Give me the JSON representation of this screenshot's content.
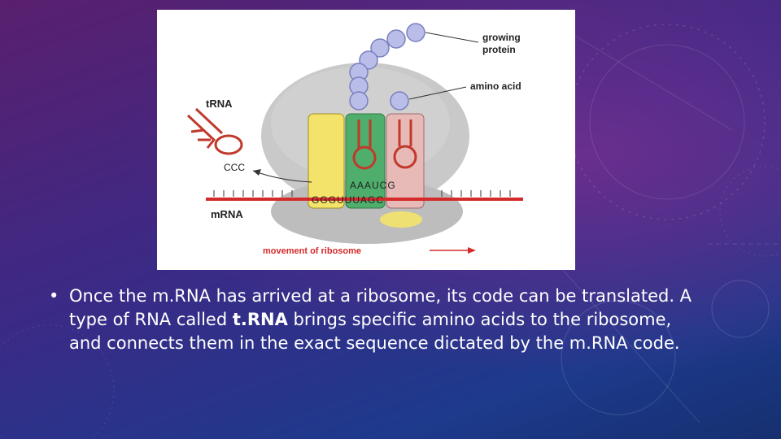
{
  "figure": {
    "labels": {
      "growing_protein_1": "growing",
      "growing_protein_2": "protein",
      "amino_acid": "amino acid",
      "trna": "tRNA",
      "mrna": "mRNA",
      "movement": "movement of ribosome",
      "anticodon_loose": "CCC",
      "anticodons": "AAAUCG",
      "mrna_codons": "GGGUUUAGC"
    },
    "colors": {
      "ribosome": "#c7c7c7",
      "trna_red": "#c0392b",
      "site_yellow": "#f3e26b",
      "site_green": "#4caf6a",
      "site_pink": "#e6b8b6",
      "amino_acid": "#b9bde8",
      "mrna": "#d42a2a"
    }
  },
  "caption": {
    "bullet": "•",
    "part1": "Once the m.RNA has arrived at a ribosome, its code can be translated.  A type of RNA called ",
    "bold": "t.RNA",
    "part2": " brings specific amino acids to the ribosome, and connects them in the exact sequence dictated by the m.RNA code."
  }
}
